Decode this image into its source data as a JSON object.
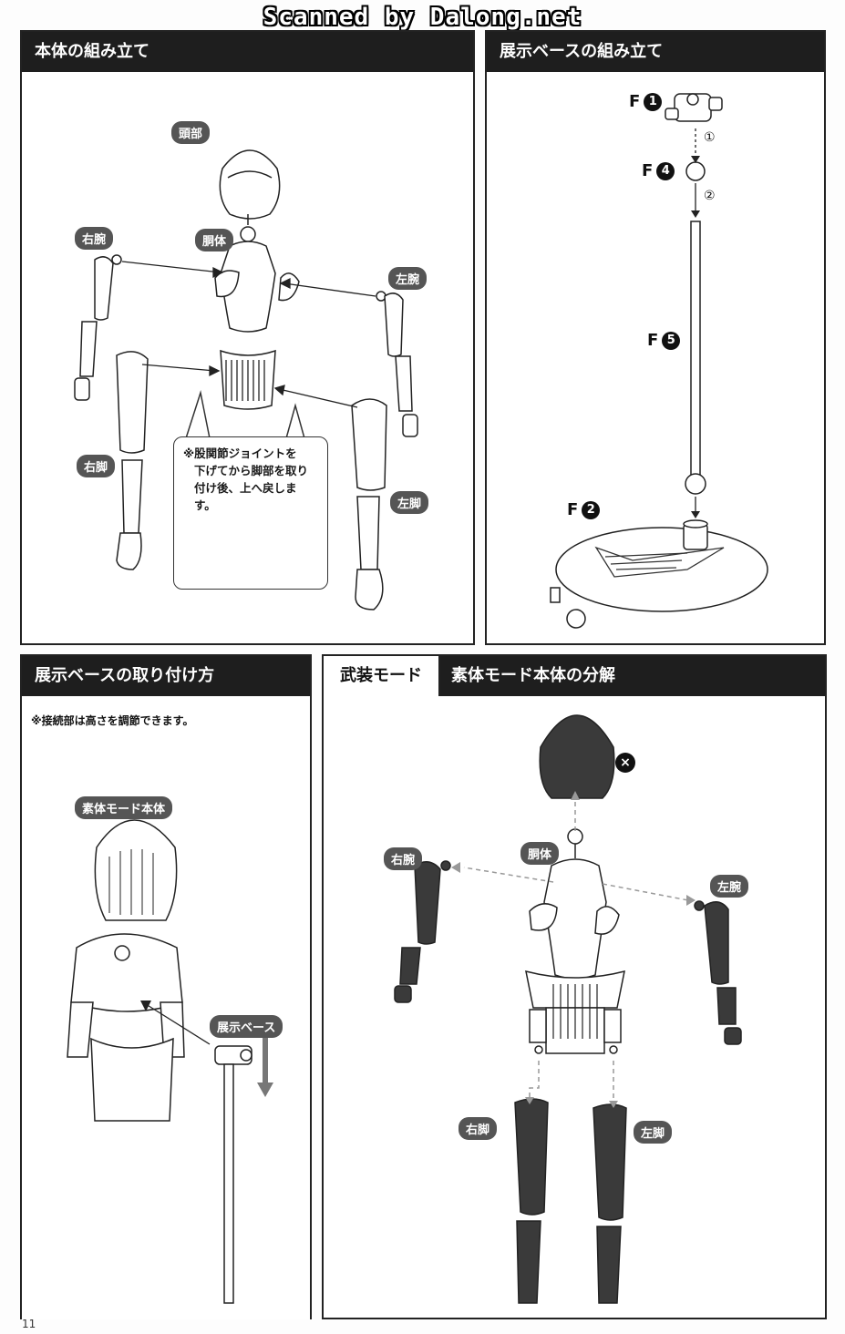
{
  "watermark": "Scanned by Dalong.net",
  "page_number": "11",
  "panel_body": {
    "title": "本体の組み立て",
    "labels": {
      "head": "頭部",
      "torso": "胴体",
      "right_arm": "右腕",
      "left_arm": "左腕",
      "right_leg": "右脚",
      "left_leg": "左脚"
    },
    "callout": [
      "※股関節ジョイントを",
      "下げてから脚部を取り",
      "付け後、上へ戻します。"
    ]
  },
  "panel_base": {
    "title": "展示ベースの組み立て",
    "parts": [
      {
        "letter": "F",
        "num": "1"
      },
      {
        "letter": "F",
        "num": "4"
      },
      {
        "letter": "F",
        "num": "5"
      },
      {
        "letter": "F",
        "num": "2"
      }
    ],
    "steps": [
      "①",
      "②"
    ]
  },
  "panel_attach": {
    "title": "展示ベースの取り付け方",
    "note": "※接続部は高さを調節できます。",
    "labels": {
      "body": "素体モード本体",
      "base": "展示ベース"
    }
  },
  "panel_disassemble": {
    "tab": "武装モード",
    "title": "素体モード本体の分解",
    "labels": {
      "torso": "胴体",
      "right_arm": "右腕",
      "left_arm": "左腕",
      "right_leg": "右脚",
      "left_leg": "左脚"
    },
    "x_mark": "×"
  }
}
